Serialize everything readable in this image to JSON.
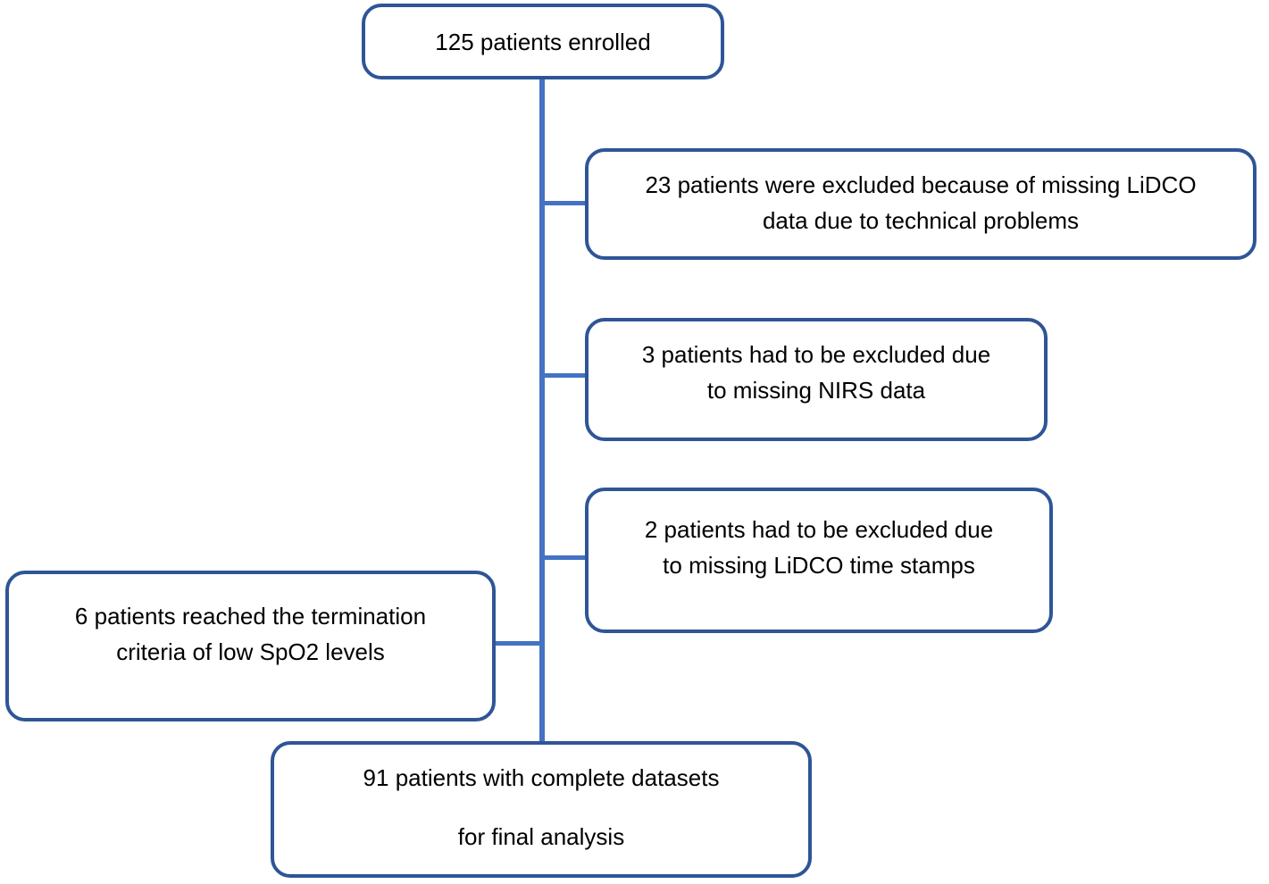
{
  "diagram": {
    "type": "patient-flow-chart",
    "colors": {
      "box_border": "#2F5597",
      "connector": "#4472C4",
      "text": "#000000",
      "background": "#FFFFFF"
    },
    "nodes": {
      "enrolled": {
        "lines": [
          "125 patients enrolled"
        ]
      },
      "excluded_lidco_data": {
        "lines": [
          "23 patients were excluded because of missing LiDCO",
          "data due to technical problems"
        ]
      },
      "excluded_nirs": {
        "lines": [
          "3 patients had to be excluded due",
          "to missing NIRS data"
        ]
      },
      "excluded_timestamps": {
        "lines": [
          "2 patients had to be excluded due",
          "to missing LiDCO time stamps"
        ]
      },
      "termination": {
        "lines": [
          "6 patients reached the termination",
          "criteria of low SpO2 levels"
        ]
      },
      "final": {
        "lines": [
          "91 patients with complete datasets",
          "for final analysis"
        ]
      }
    }
  }
}
